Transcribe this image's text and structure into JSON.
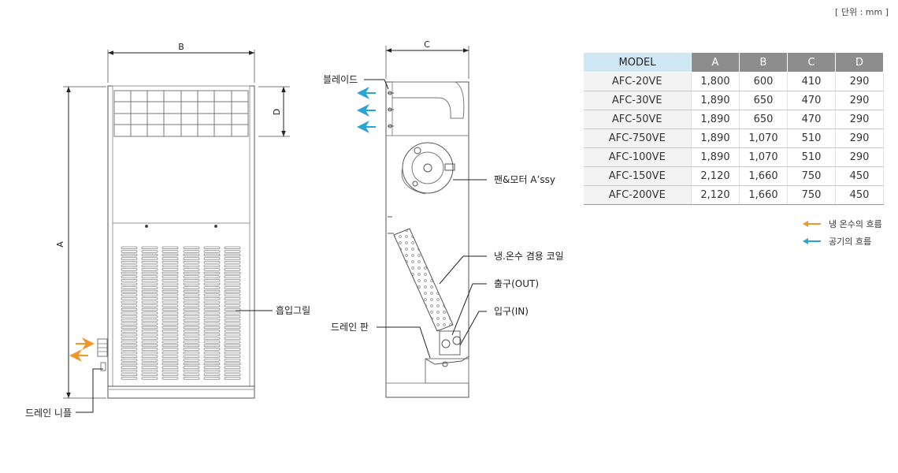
{
  "unit_note": "[ 단위 : mm ]",
  "front_view": {
    "dim_width": "B",
    "dim_height": "A",
    "dim_top": "D",
    "label_grille": "흡입그릴",
    "label_drain_nipple": "드레인 니플"
  },
  "side_view": {
    "dim_depth": "C",
    "label_blade": "블레이드",
    "label_fan_motor": "팬&모터 A’ssy",
    "label_coil": "냉.온수 겸용 코일",
    "label_outlet": "출구(OUT)",
    "label_inlet": "입구(IN)",
    "label_drain_pan": "드레인 판"
  },
  "spec_table": {
    "headers": [
      "MODEL",
      "A",
      "B",
      "C",
      "D"
    ],
    "rows": [
      [
        "AFC-20VE",
        "1,800",
        "600",
        "410",
        "290"
      ],
      [
        "AFC-30VE",
        "1,890",
        "650",
        "470",
        "290"
      ],
      [
        "AFC-50VE",
        "1,890",
        "650",
        "470",
        "290"
      ],
      [
        "AFC-750VE",
        "1,890",
        "1,070",
        "510",
        "290"
      ],
      [
        "AFC-100VE",
        "1,890",
        "1,070",
        "510",
        "290"
      ],
      [
        "AFC-150VE",
        "2,120",
        "1,660",
        "750",
        "450"
      ],
      [
        "AFC-200VE",
        "2,120",
        "1,660",
        "750",
        "450"
      ]
    ]
  },
  "legend": [
    {
      "label": "냉 온수의 흐름",
      "color": "#f0962a"
    },
    {
      "label": "공기의 흐름",
      "color": "#2aa3d6"
    }
  ]
}
